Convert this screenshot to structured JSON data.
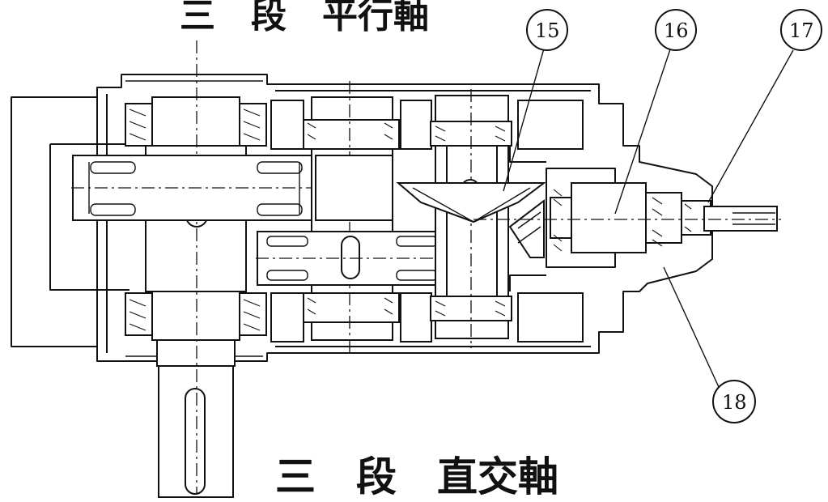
{
  "titles": {
    "top": "三　段　平行軸",
    "bottom": "三　段　直交軸"
  },
  "callouts": [
    {
      "id": "15",
      "label": "15"
    },
    {
      "id": "16",
      "label": "16"
    },
    {
      "id": "17",
      "label": "17"
    },
    {
      "id": "18",
      "label": "18"
    }
  ],
  "colors": {
    "line": "#111111",
    "background": "#ffffff"
  }
}
